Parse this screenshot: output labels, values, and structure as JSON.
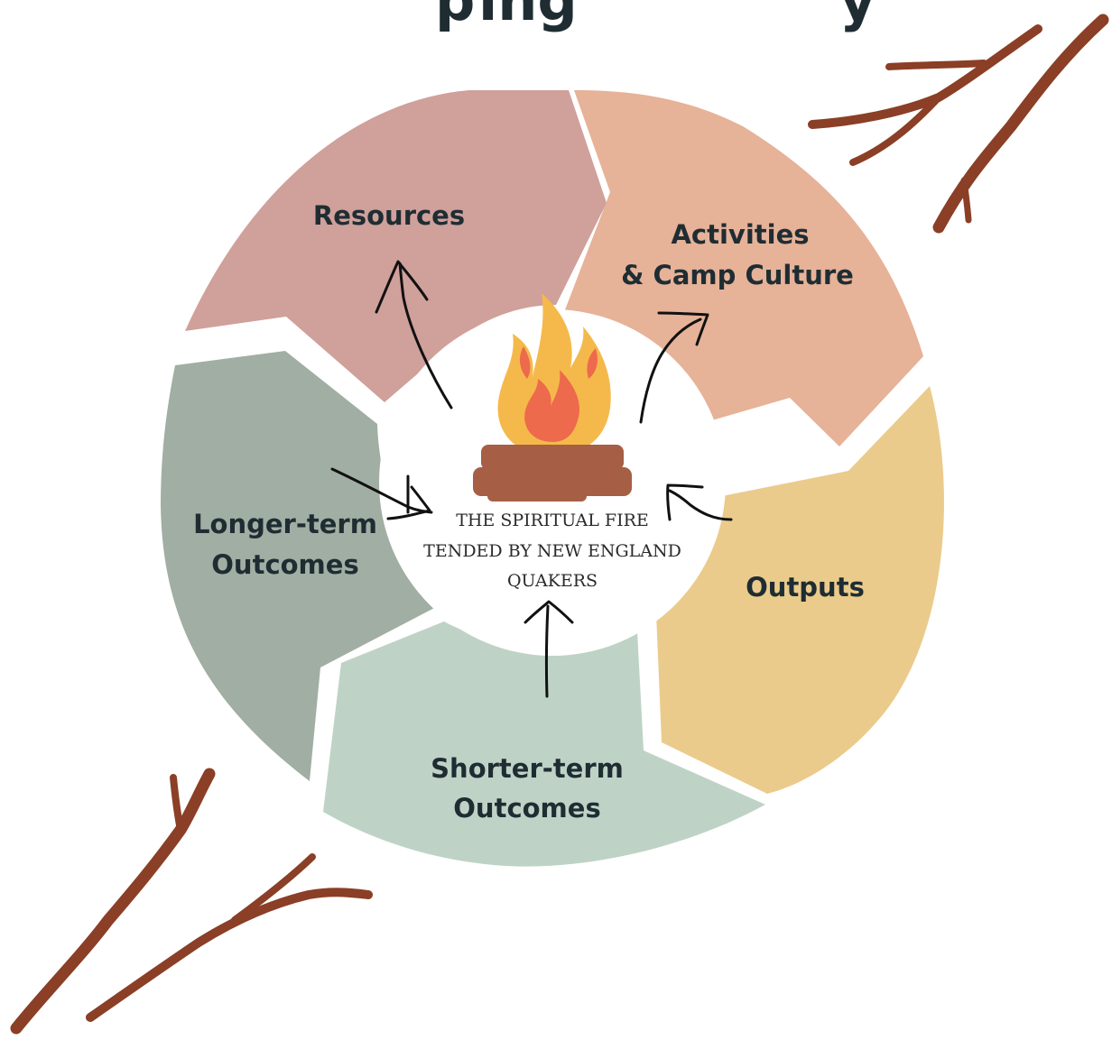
{
  "segments": {
    "resources": {
      "label": "Resources",
      "color": "#d0a09b"
    },
    "activities": {
      "line1": "Activities",
      "line2": "& Camp Culture",
      "color": "#e6b298"
    },
    "outputs": {
      "label": "Outputs",
      "color": "#ebcb8b"
    },
    "shorter_term": {
      "line1": "Shorter-term",
      "line2": "Outcomes",
      "color": "#bed3c6"
    },
    "longer_term": {
      "line1": "Longer-term",
      "line2": "Outcomes",
      "color": "#a1aea3"
    }
  },
  "center": {
    "line1": "THE SPIRITUAL FIRE",
    "line2": "TENDED BY NEW ENGLAND",
    "line3": "QUAKERS"
  },
  "icons": {
    "campfire": "campfire-icon",
    "branches": "branch-icon",
    "arrows": "hand-drawn-arrow-icon"
  },
  "colors": {
    "branch": "#8a3f26",
    "flame_outer": "#f5b94b",
    "flame_inner": "#ee6a4c",
    "log": "#a65f45"
  }
}
